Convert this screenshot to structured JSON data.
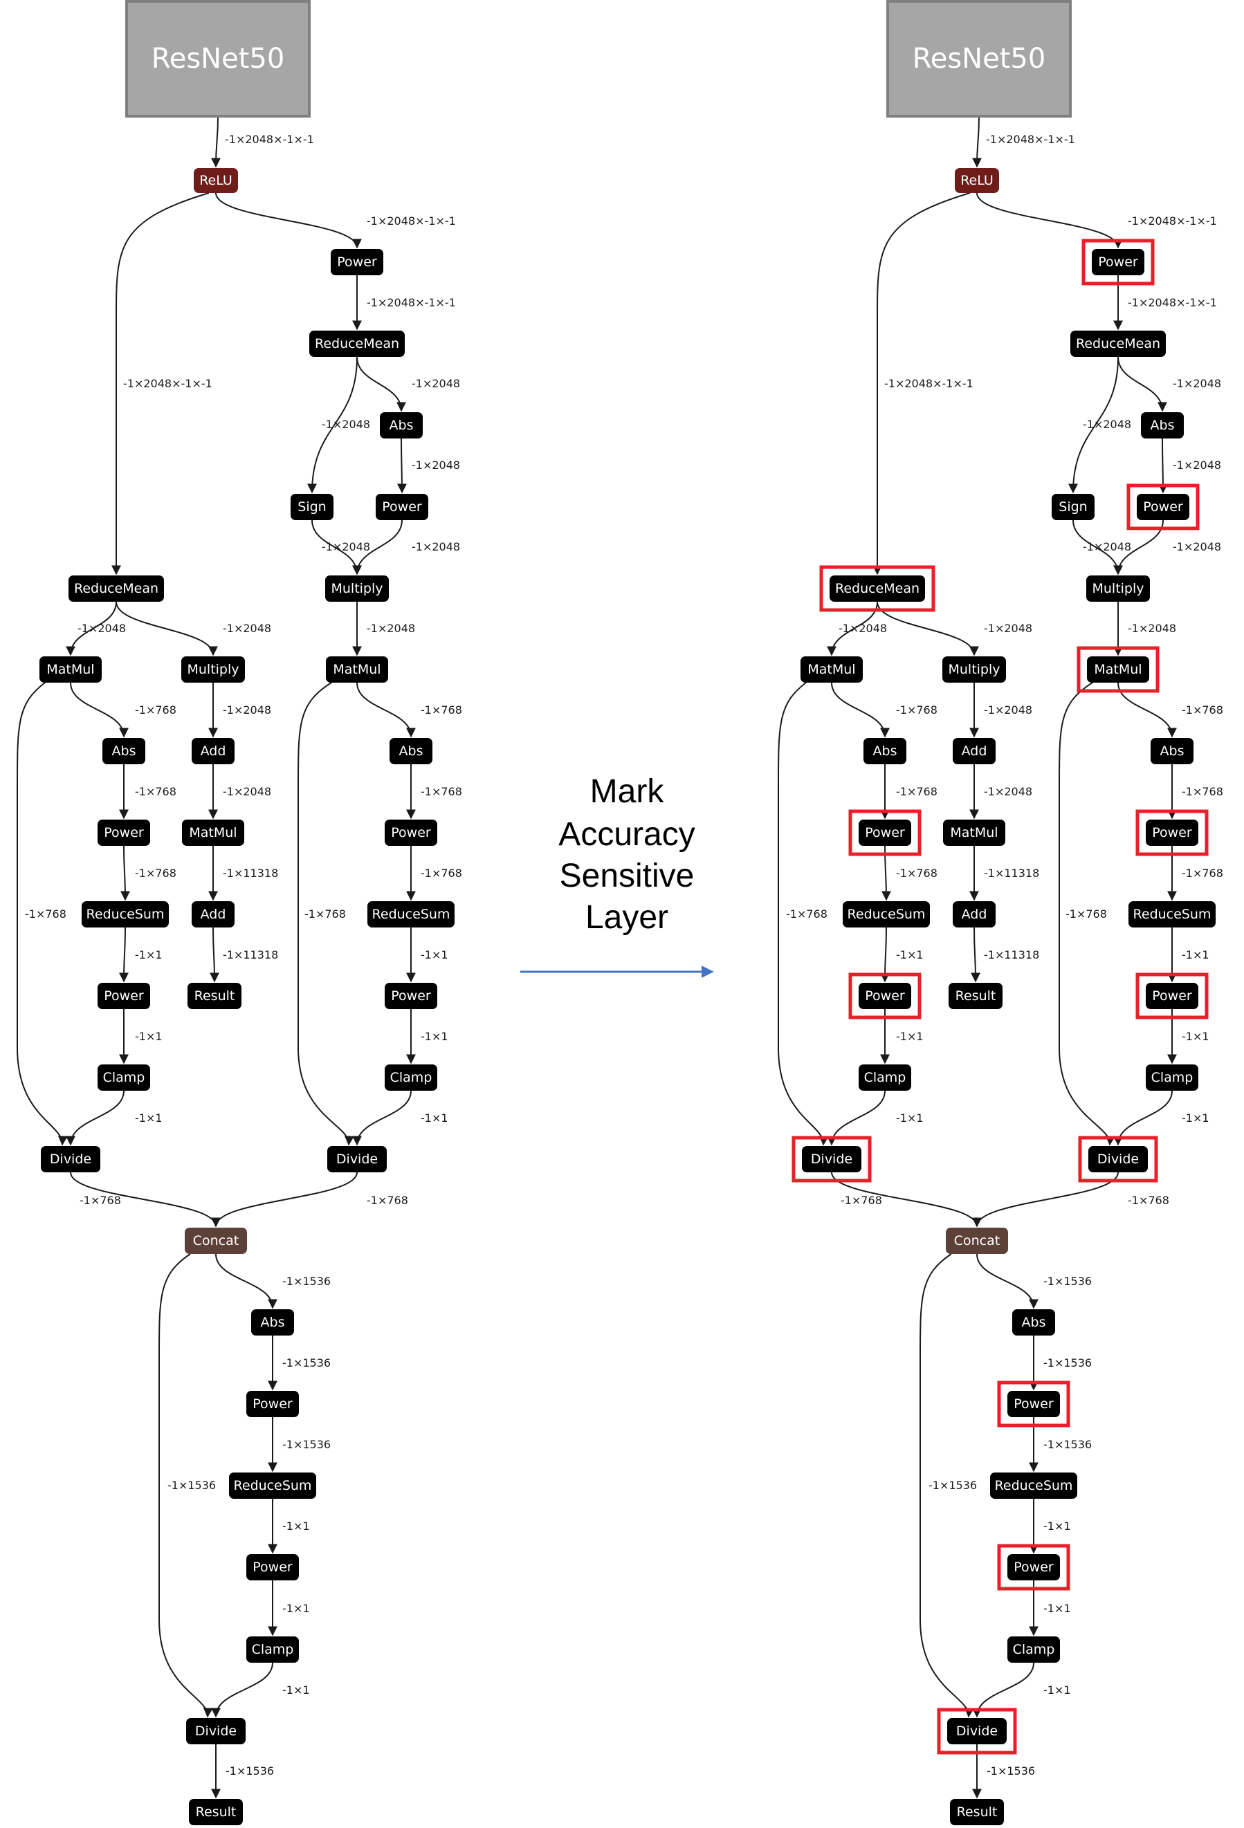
{
  "caption_lines": [
    "Mark",
    "Accuracy",
    "Sensitive",
    "Layer"
  ],
  "colors": {
    "op_node": "#000000",
    "relu_node": "#6f1d1b",
    "concat_node": "#5d4037",
    "model_box": "#a6a6a6",
    "model_border": "#7f7f7f",
    "mark_box": "#e8202a",
    "arrow": "#4472c4"
  },
  "graphs": [
    {
      "id": "left",
      "nodes": [
        {
          "id": "resnet",
          "label": "ResNet50",
          "kind": "model"
        },
        {
          "id": "relu",
          "label": "ReLU",
          "kind": "relu"
        },
        {
          "id": "power_a",
          "label": "Power",
          "kind": "op"
        },
        {
          "id": "reducemean_a",
          "label": "ReduceMean",
          "kind": "op"
        },
        {
          "id": "abs_a",
          "label": "Abs",
          "kind": "op"
        },
        {
          "id": "sign",
          "label": "Sign",
          "kind": "op"
        },
        {
          "id": "power_b",
          "label": "Power",
          "kind": "op"
        },
        {
          "id": "multiply_a",
          "label": "Multiply",
          "kind": "op"
        },
        {
          "id": "reducemean_b",
          "label": "ReduceMean",
          "kind": "op"
        },
        {
          "id": "matmul_l",
          "label": "MatMul",
          "kind": "op"
        },
        {
          "id": "multiply_m",
          "label": "Multiply",
          "kind": "op"
        },
        {
          "id": "matmul_r",
          "label": "MatMul",
          "kind": "op"
        },
        {
          "id": "abs_l",
          "label": "Abs",
          "kind": "op"
        },
        {
          "id": "add_m1",
          "label": "Add",
          "kind": "op"
        },
        {
          "id": "abs_r",
          "label": "Abs",
          "kind": "op"
        },
        {
          "id": "power_l1",
          "label": "Power",
          "kind": "op"
        },
        {
          "id": "matmul_m",
          "label": "MatMul",
          "kind": "op"
        },
        {
          "id": "power_r1",
          "label": "Power",
          "kind": "op"
        },
        {
          "id": "reducesum_l",
          "label": "ReduceSum",
          "kind": "op"
        },
        {
          "id": "add_m2",
          "label": "Add",
          "kind": "op"
        },
        {
          "id": "reducesum_r",
          "label": "ReduceSum",
          "kind": "op"
        },
        {
          "id": "power_l2",
          "label": "Power",
          "kind": "op"
        },
        {
          "id": "result_m",
          "label": "Result",
          "kind": "op"
        },
        {
          "id": "power_r2",
          "label": "Power",
          "kind": "op"
        },
        {
          "id": "clamp_l",
          "label": "Clamp",
          "kind": "op"
        },
        {
          "id": "clamp_r",
          "label": "Clamp",
          "kind": "op"
        },
        {
          "id": "divide_l",
          "label": "Divide",
          "kind": "op"
        },
        {
          "id": "divide_r",
          "label": "Divide",
          "kind": "op"
        },
        {
          "id": "concat",
          "label": "Concat",
          "kind": "concat"
        },
        {
          "id": "abs_c",
          "label": "Abs",
          "kind": "op"
        },
        {
          "id": "power_c1",
          "label": "Power",
          "kind": "op"
        },
        {
          "id": "reducesum_c",
          "label": "ReduceSum",
          "kind": "op"
        },
        {
          "id": "power_c2",
          "label": "Power",
          "kind": "op"
        },
        {
          "id": "clamp_c",
          "label": "Clamp",
          "kind": "op"
        },
        {
          "id": "divide_c",
          "label": "Divide",
          "kind": "op"
        },
        {
          "id": "result_c",
          "label": "Result",
          "kind": "op"
        }
      ],
      "edges": [
        {
          "from": "resnet",
          "to": "relu",
          "label": "-1×2048×-1×-1"
        },
        {
          "from": "relu",
          "to": "power_a",
          "label": "-1×2048×-1×-1"
        },
        {
          "from": "relu",
          "to": "reducemean_b",
          "label": "-1×2048×-1×-1"
        },
        {
          "from": "power_a",
          "to": "reducemean_a",
          "label": "-1×2048×-1×-1"
        },
        {
          "from": "reducemean_a",
          "to": "abs_a",
          "label": "-1×2048"
        },
        {
          "from": "reducemean_a",
          "to": "sign",
          "label": "-1×2048"
        },
        {
          "from": "abs_a",
          "to": "power_b",
          "label": "-1×2048"
        },
        {
          "from": "sign",
          "to": "multiply_a",
          "label": "-1×2048"
        },
        {
          "from": "power_b",
          "to": "multiply_a",
          "label": "-1×2048"
        },
        {
          "from": "multiply_a",
          "to": "matmul_r",
          "label": "-1×2048"
        },
        {
          "from": "reducemean_b",
          "to": "matmul_l",
          "label": "-1×2048"
        },
        {
          "from": "reducemean_b",
          "to": "multiply_m",
          "label": "-1×2048"
        },
        {
          "from": "matmul_l",
          "to": "abs_l",
          "label": "-1×768"
        },
        {
          "from": "matmul_l",
          "to": "divide_l",
          "label": "-1×768"
        },
        {
          "from": "abs_l",
          "to": "power_l1",
          "label": "-1×768"
        },
        {
          "from": "power_l1",
          "to": "reducesum_l",
          "label": "-1×768"
        },
        {
          "from": "reducesum_l",
          "to": "power_l2",
          "label": "-1×1"
        },
        {
          "from": "power_l2",
          "to": "clamp_l",
          "label": "-1×1"
        },
        {
          "from": "clamp_l",
          "to": "divide_l",
          "label": "-1×1"
        },
        {
          "from": "multiply_m",
          "to": "add_m1",
          "label": "-1×2048"
        },
        {
          "from": "add_m1",
          "to": "matmul_m",
          "label": "-1×2048"
        },
        {
          "from": "matmul_m",
          "to": "add_m2",
          "label": "-1×11318"
        },
        {
          "from": "add_m2",
          "to": "result_m",
          "label": "-1×11318"
        },
        {
          "from": "matmul_r",
          "to": "abs_r",
          "label": "-1×768"
        },
        {
          "from": "matmul_r",
          "to": "divide_r",
          "label": "-1×768"
        },
        {
          "from": "abs_r",
          "to": "power_r1",
          "label": "-1×768"
        },
        {
          "from": "power_r1",
          "to": "reducesum_r",
          "label": "-1×768"
        },
        {
          "from": "reducesum_r",
          "to": "power_r2",
          "label": "-1×1"
        },
        {
          "from": "power_r2",
          "to": "clamp_r",
          "label": "-1×1"
        },
        {
          "from": "clamp_r",
          "to": "divide_r",
          "label": "-1×1"
        },
        {
          "from": "divide_l",
          "to": "concat",
          "label": "-1×768"
        },
        {
          "from": "divide_r",
          "to": "concat",
          "label": "-1×768"
        },
        {
          "from": "concat",
          "to": "abs_c",
          "label": "-1×1536"
        },
        {
          "from": "concat",
          "to": "divide_c",
          "label": "-1×1536"
        },
        {
          "from": "abs_c",
          "to": "power_c1",
          "label": "-1×1536"
        },
        {
          "from": "power_c1",
          "to": "reducesum_c",
          "label": "-1×1536"
        },
        {
          "from": "reducesum_c",
          "to": "power_c2",
          "label": "-1×1"
        },
        {
          "from": "power_c2",
          "to": "clamp_c",
          "label": "-1×1"
        },
        {
          "from": "clamp_c",
          "to": "divide_c",
          "label": "-1×1"
        },
        {
          "from": "divide_c",
          "to": "result_c",
          "label": "-1×1536"
        }
      ],
      "marked": []
    },
    {
      "id": "right",
      "same_as": "left",
      "marked": [
        "power_a",
        "power_b",
        "reducemean_b",
        "matmul_r",
        "power_l1",
        "power_l2",
        "divide_l",
        "power_r1",
        "power_r2",
        "divide_r",
        "power_c1",
        "power_c2",
        "divide_c"
      ]
    }
  ]
}
